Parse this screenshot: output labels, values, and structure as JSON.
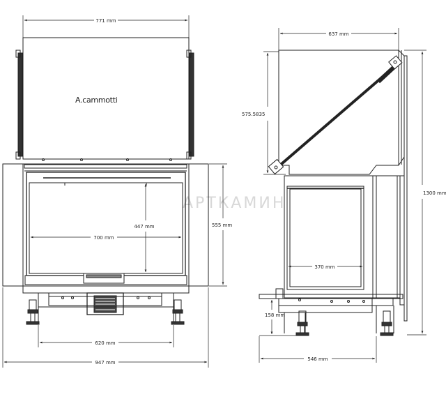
{
  "brand": {
    "logo_text": "A.cammotti"
  },
  "watermark": "АРТКАМИН",
  "front_view": {
    "dims": {
      "top_width": "771 mm",
      "glass_height": "447 mm",
      "glass_width": "700 mm",
      "total_height": "555 mm",
      "base_width": "620 mm",
      "total_width": "947 mm"
    }
  },
  "side_view": {
    "dims": {
      "top_depth": "637 mm",
      "hood_height": "575.5835",
      "total_height": "1300 mm",
      "firebox_depth": "370 mm",
      "base_height": "158 mm",
      "base_depth": "546 mm"
    }
  }
}
